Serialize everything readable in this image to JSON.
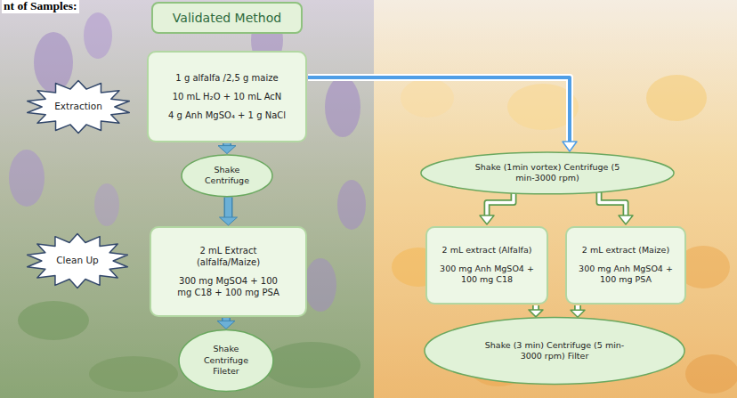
{
  "diagram": {
    "nodes": [
      {
        "text": [
          "Validated Method"
        ]
      },
      {
        "text": [
          "1 g alfalfa /2,5 g maize",
          "10 mL H₂O + 10 mL AcN",
          "4 g Anh MgSO₄ + 1 g NaCl"
        ]
      },
      {
        "text": [
          "Extraction"
        ]
      },
      {
        "text": [
          "Shake Centrifuge"
        ]
      },
      {
        "text": [
          "2 mL Extract (alfalfa/Maize)",
          "300 mg MgSO4 + 100 mg C18 + 100 mg PSA"
        ]
      },
      {
        "text": [
          "Clean Up"
        ]
      },
      {
        "text": [
          "Shake Centrifuge Fileter"
        ]
      },
      {
        "text": [
          "Shake (1min vortex) Centrifuge (5 min-3000 rpm)"
        ]
      },
      {
        "text": [
          "2 mL extract (Alfalfa)",
          "300 mg Anh MgSO4 + 100 mg C18"
        ]
      },
      {
        "text": [
          "2 mL extract (Maize)",
          "300 mg Anh MgSO4 + 100 mg PSA"
        ]
      },
      {
        "text": [
          "Shake (3 min) Centrifuge (5 min-3000 rpm) Filter"
        ]
      }
    ],
    "edges": [
      {
        "from": 1,
        "to": 3,
        "arrow": "to"
      },
      {
        "from": 3,
        "to": 4,
        "arrow": "to"
      },
      {
        "from": 4,
        "to": 6,
        "arrow": "to"
      },
      {
        "from": 1,
        "to": 7,
        "arrow": "to"
      },
      {
        "from": 7,
        "to": 8,
        "arrow": "to"
      },
      {
        "from": 7,
        "to": 9,
        "arrow": "to"
      },
      {
        "from": 8,
        "to": 10,
        "arrow": "to"
      },
      {
        "from": 9,
        "to": 10,
        "arrow": "to"
      }
    ],
    "labels": [
      "nt of Samples:"
    ]
  }
}
